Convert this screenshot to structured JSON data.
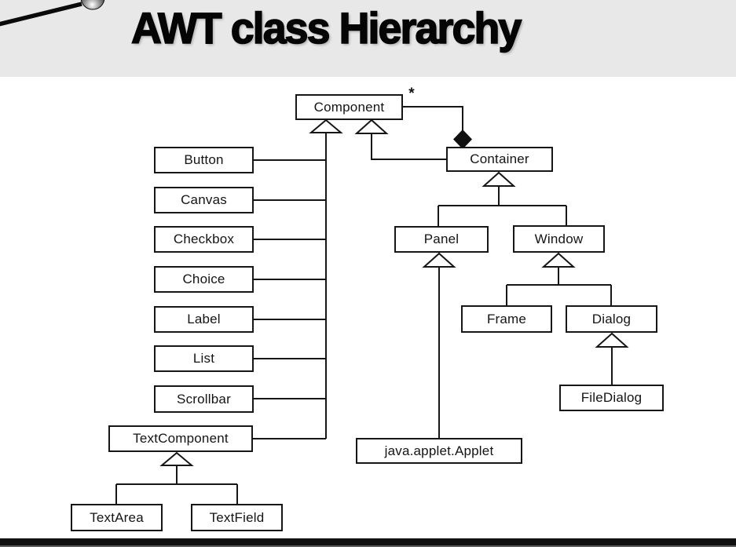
{
  "header": {
    "title": "AWT class Hierarchy",
    "logo": "swoosh-and-sphere-logo"
  },
  "colors": {
    "header_bg": "#e8e8e8",
    "line": "#161616",
    "box_bg": "#ffffff",
    "bottom_bar": "#101010"
  },
  "diagram": {
    "type": "uml-class-hierarchy",
    "multiplicity_label": "*",
    "nodes": {
      "component": {
        "label": "Component"
      },
      "container": {
        "label": "Container"
      },
      "button": {
        "label": "Button"
      },
      "canvas": {
        "label": "Canvas"
      },
      "checkbox": {
        "label": "Checkbox"
      },
      "choice": {
        "label": "Choice"
      },
      "label": {
        "label": "Label"
      },
      "list": {
        "label": "List"
      },
      "scrollbar": {
        "label": "Scrollbar"
      },
      "textcomponent": {
        "label": "TextComponent"
      },
      "textarea": {
        "label": "TextArea"
      },
      "textfield": {
        "label": "TextField"
      },
      "panel": {
        "label": "Panel"
      },
      "window": {
        "label": "Window"
      },
      "frame": {
        "label": "Frame"
      },
      "dialog": {
        "label": "Dialog"
      },
      "filedialog": {
        "label": "FileDialog"
      },
      "applet": {
        "label": "java.applet.Applet"
      }
    },
    "relationships": [
      {
        "from": "Button",
        "to": "Component",
        "type": "inheritance"
      },
      {
        "from": "Canvas",
        "to": "Component",
        "type": "inheritance"
      },
      {
        "from": "Checkbox",
        "to": "Component",
        "type": "inheritance"
      },
      {
        "from": "Choice",
        "to": "Component",
        "type": "inheritance"
      },
      {
        "from": "Label",
        "to": "Component",
        "type": "inheritance"
      },
      {
        "from": "List",
        "to": "Component",
        "type": "inheritance"
      },
      {
        "from": "Scrollbar",
        "to": "Component",
        "type": "inheritance"
      },
      {
        "from": "TextComponent",
        "to": "Component",
        "type": "inheritance"
      },
      {
        "from": "Container",
        "to": "Component",
        "type": "inheritance"
      },
      {
        "from": "Component",
        "to": "Container",
        "type": "composition",
        "multiplicity": "*"
      },
      {
        "from": "Panel",
        "to": "Container",
        "type": "inheritance"
      },
      {
        "from": "Window",
        "to": "Container",
        "type": "inheritance"
      },
      {
        "from": "Frame",
        "to": "Window",
        "type": "inheritance"
      },
      {
        "from": "Dialog",
        "to": "Window",
        "type": "inheritance"
      },
      {
        "from": "FileDialog",
        "to": "Dialog",
        "type": "inheritance"
      },
      {
        "from": "java.applet.Applet",
        "to": "Panel",
        "type": "inheritance"
      },
      {
        "from": "TextArea",
        "to": "TextComponent",
        "type": "inheritance"
      },
      {
        "from": "TextField",
        "to": "TextComponent",
        "type": "inheritance"
      }
    ]
  }
}
